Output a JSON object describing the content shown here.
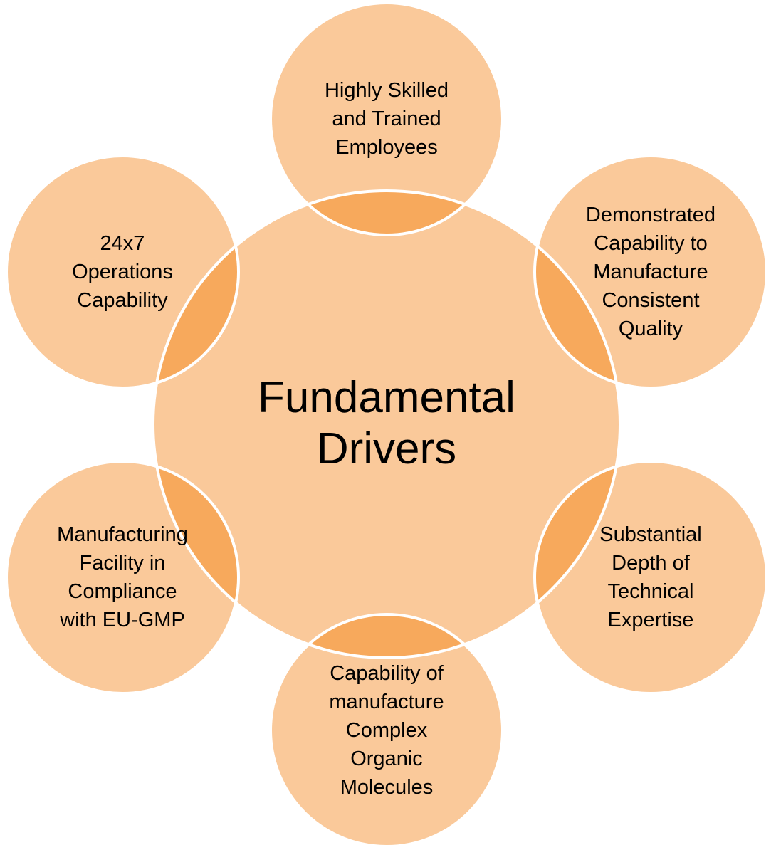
{
  "colors": {
    "circle_fill": "#fac99a",
    "overlap_fill": "#f7a95c",
    "border": "#ffffff",
    "text": "#000000"
  },
  "center": {
    "title": "Fundamental\nDrivers"
  },
  "outer_nodes": [
    {
      "id": "top",
      "label": "Highly Skilled\nand Trained\nEmployees"
    },
    {
      "id": "upper-right",
      "label": "Demonstrated\nCapability to\nManufacture\nConsistent\nQuality"
    },
    {
      "id": "lower-right",
      "label": "Substantial\nDepth of\nTechnical\nExpertise"
    },
    {
      "id": "bottom",
      "label": "Capability of\nmanufacture\nComplex\nOrganic\nMolecules"
    },
    {
      "id": "lower-left",
      "label": "Manufacturing\nFacility in\nCompliance\nwith EU-GMP"
    },
    {
      "id": "upper-left",
      "label": "24x7\nOperations\nCapability"
    }
  ]
}
